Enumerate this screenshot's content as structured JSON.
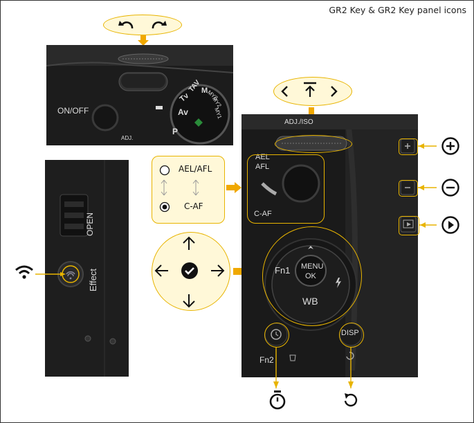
{
  "title": "GR2 Key & GR2 Key panel icons",
  "top_camera": {
    "on_off_label": "ON/OFF",
    "adj_label": "ADJ.",
    "mode_dial": [
      "TAV",
      "Tv",
      "Av",
      "P",
      "M",
      "MY1",
      "MY2",
      "MY3"
    ]
  },
  "side_camera": {
    "open_label": "OPEN",
    "effect_label": "Effect"
  },
  "rear_camera": {
    "adj_label": "ADJ./ISO",
    "ael_label": "AEL",
    "afl_label": "AFL",
    "caf_label": "C-AF",
    "fn1_label": "Fn1",
    "menu_label": "MENU",
    "ok_label": "OK",
    "wb_label": "WB",
    "fn2_label": "Fn2",
    "disp_label": "DISP"
  },
  "ae_callout": {
    "option_top": "AEL/AFL",
    "option_bottom": "C-AF"
  },
  "icons": {
    "undo_redo": [
      "undo-icon",
      "redo-icon"
    ],
    "adj_keys": [
      "chevron-left-icon",
      "top-arrow-icon",
      "chevron-right-icon"
    ],
    "dpad": [
      "arrow-up-icon",
      "arrow-left-icon",
      "check-circle-icon",
      "arrow-right-icon",
      "arrow-down-icon"
    ],
    "right_column": [
      "plus-circle-icon",
      "minus-circle-icon",
      "play-circle-icon"
    ],
    "bottom": [
      "timer-icon",
      "reset-icon"
    ],
    "wifi": "wifi-icon"
  },
  "colors": {
    "accent": "#e8b400",
    "arrow": "#f0a800",
    "photo_bg": "#1a1a1a"
  }
}
